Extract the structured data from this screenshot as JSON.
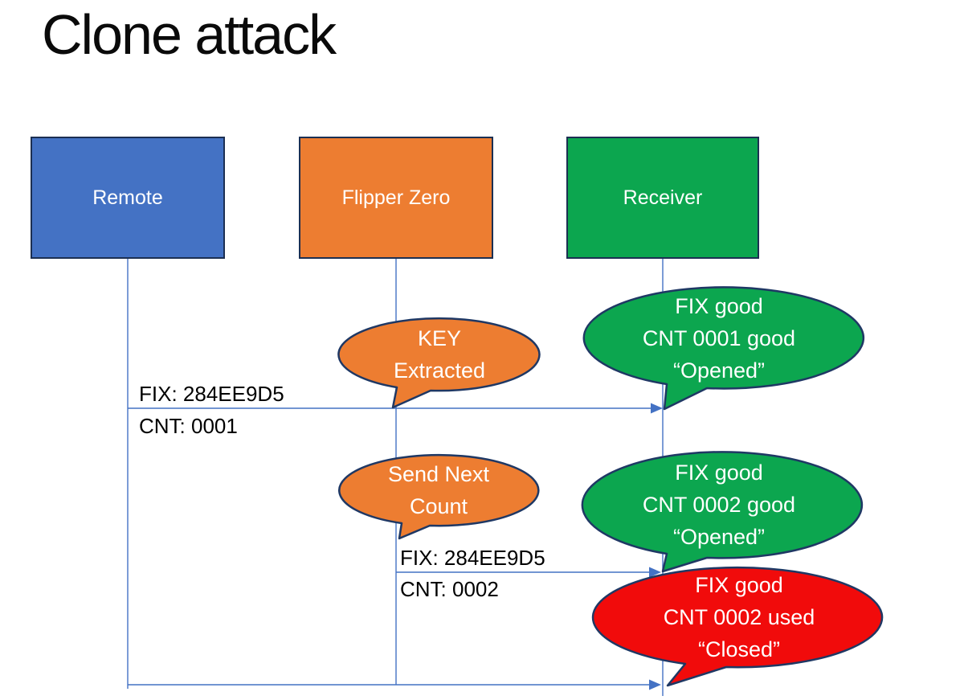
{
  "title": "Clone attack",
  "colors": {
    "actor_remote_fill": "#4472C4",
    "actor_flipper_fill": "#ED7D31",
    "actor_receiver_fill": "#0CA64F",
    "callout_orange": "#ED7D31",
    "callout_green": "#0CA64F",
    "callout_red": "#F10B0B",
    "callout_border": "#1F3864",
    "connector_blue": "#4472C4",
    "label_text": "#000000",
    "text_on_fill": "#FFFFFF"
  },
  "actors": [
    {
      "name": "Remote"
    },
    {
      "name": "Flipper Zero"
    },
    {
      "name": "Receiver"
    }
  ],
  "messages": [
    {
      "from": "Remote",
      "to": "Receiver",
      "label_line1": "FIX: 284EE9D5",
      "label_line2": "CNT: 0001"
    },
    {
      "from": "Flipper Zero",
      "to": "Receiver",
      "label_line1": "FIX: 284EE9D5",
      "label_line2": "CNT: 0002"
    },
    {
      "from": "Remote",
      "to": "Receiver",
      "label_line1": "",
      "label_line2": ""
    }
  ],
  "callouts": [
    {
      "id": "key-extracted",
      "color": "#ED7D31",
      "lines": [
        "KEY",
        "Extracted"
      ]
    },
    {
      "id": "cnt-0001-good",
      "color": "#0CA64F",
      "lines": [
        "FIX good",
        "CNT 0001 good",
        "“Opened”"
      ]
    },
    {
      "id": "send-next-count",
      "color": "#ED7D31",
      "lines": [
        "Send Next",
        "Count"
      ]
    },
    {
      "id": "cnt-0002-good",
      "color": "#0CA64F",
      "lines": [
        "FIX good",
        "CNT 0002 good",
        "“Opened”"
      ]
    },
    {
      "id": "cnt-0002-used",
      "color": "#F10B0B",
      "lines": [
        "FIX good",
        "CNT 0002 used",
        "“Closed”"
      ]
    }
  ]
}
